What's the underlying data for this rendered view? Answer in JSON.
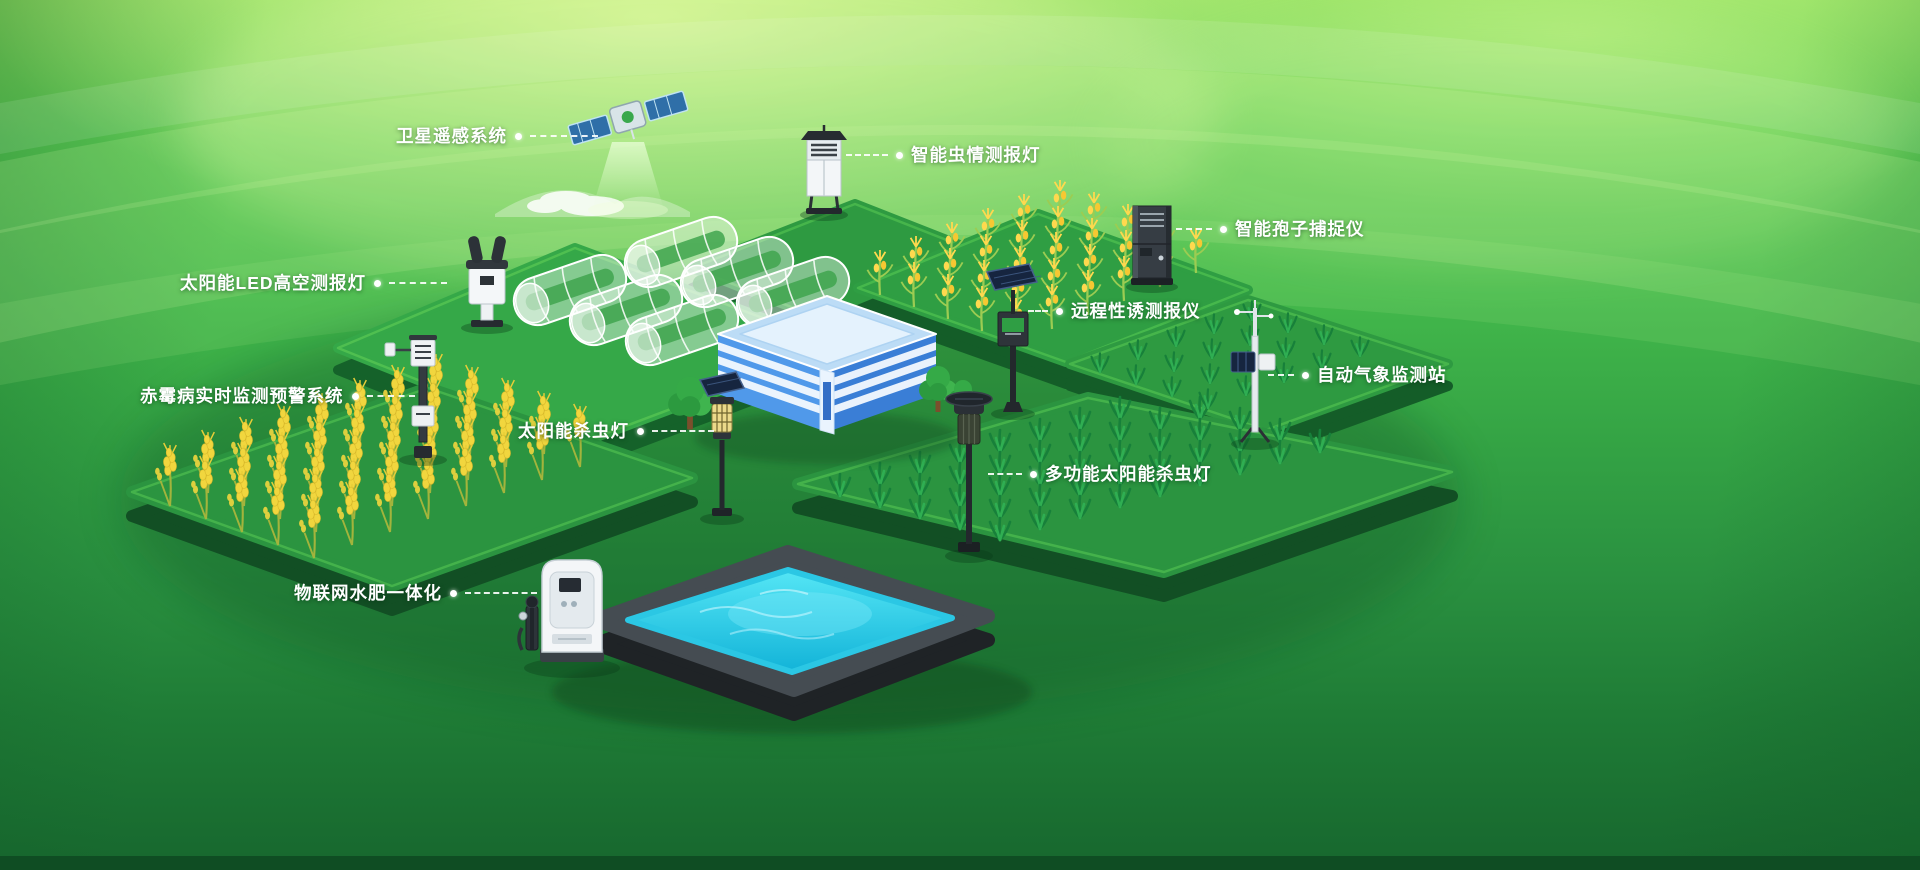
{
  "labels": [
    {
      "text": "卫星遥感系统",
      "icon": "satellite-icon"
    },
    {
      "text": "智能虫情测报灯",
      "icon": "insect-monitor-lamp-icon"
    },
    {
      "text": "智能孢子捕捉仪",
      "icon": "spore-catcher-icon"
    },
    {
      "text": "太阳能LED高空测报灯",
      "icon": "solar-led-lamp-icon"
    },
    {
      "text": "远程性诱测报仪",
      "icon": "pheromone-monitor-icon"
    },
    {
      "text": "赤霉病实时监测预警系统",
      "icon": "scab-monitor-icon"
    },
    {
      "text": "自动气象监测站",
      "icon": "weather-station-icon"
    },
    {
      "text": "太阳能杀虫灯",
      "icon": "solar-insect-killer-icon"
    },
    {
      "text": "多功能太阳能杀虫灯",
      "icon": "multi-solar-insect-killer-icon"
    },
    {
      "text": "物联网水肥一体化",
      "icon": "fertigation-machine-icon"
    }
  ],
  "colors": {
    "background_top": "#8fdf5f",
    "background_bottom": "#17672e",
    "field_top_green": "#2e9a41",
    "field_side_green": "#15622a",
    "water_cyan": "#2fd0ea",
    "pool_frame": "#454c52",
    "building_blue_left": "#5099ea",
    "building_blue_right": "#3a7ed6",
    "crop_yellow": "#f1d63e",
    "label_text": "#ffffff"
  }
}
